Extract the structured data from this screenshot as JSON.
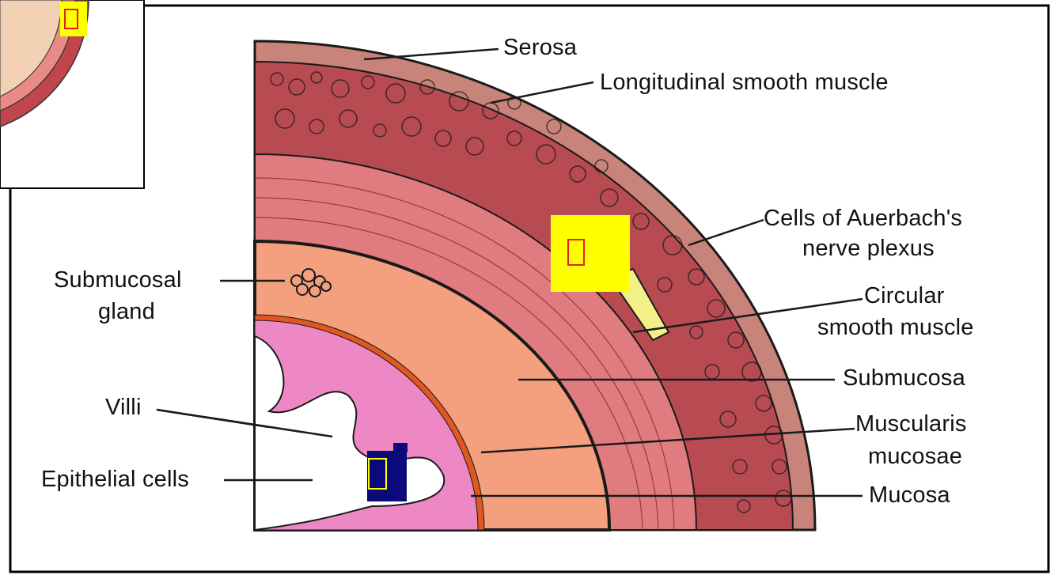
{
  "labels": {
    "serosa": "Serosa",
    "longitudinal": "Longitudinal smooth muscle",
    "auerbach_line1": "Cells of Auerbach's",
    "auerbach_line2": "nerve plexus",
    "circular_line1": "Circular",
    "circular_line2": "smooth muscle",
    "submucosa": "Submucosa",
    "muscularis_line1": "Muscularis",
    "muscularis_line2": "mucosae",
    "mucosa": "Mucosa",
    "submucosal_line1": "Submucosal",
    "submucosal_line2": "gland",
    "villi": "Villi",
    "epithelial": "Epithelial cells"
  },
  "colors": {
    "serosa": "#c8837a",
    "longitudinal_muscle": "#b84a52",
    "circular_muscle": "#e07c80",
    "submucosa": "#f4a07e",
    "muscularis_mucosae": "#e0571f",
    "mucosa": "#ee88c4",
    "nerve_plexus": "#f3f08a",
    "marker_yellow": "#ffff00",
    "marker_navy": "#0a0a7a"
  },
  "icons": [
    "missing-glyph-icon"
  ]
}
